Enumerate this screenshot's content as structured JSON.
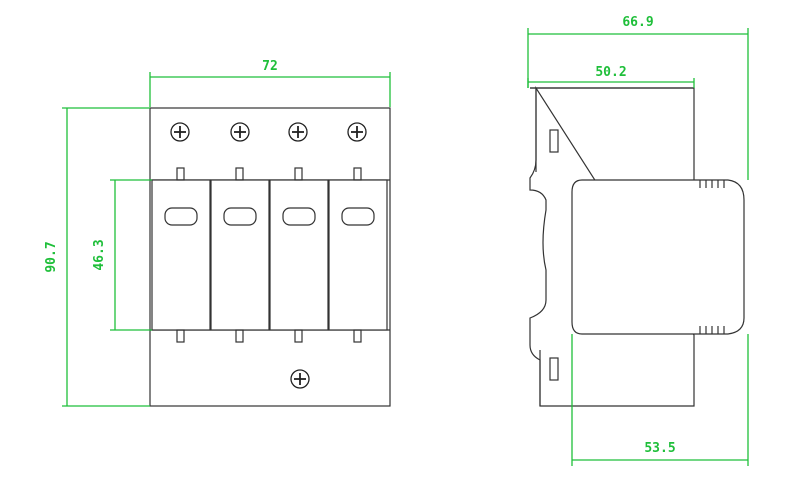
{
  "dimensions": {
    "front_width": "72",
    "front_height": "90.7",
    "front_window_height": "46.3",
    "side_total_depth": "66.9",
    "side_upper_depth": "50.2",
    "side_lower_depth": "53.5"
  },
  "colors": {
    "dimension": "#1fbf3a",
    "outline": "#333333"
  },
  "icons": [
    "screw-terminal-icon"
  ]
}
